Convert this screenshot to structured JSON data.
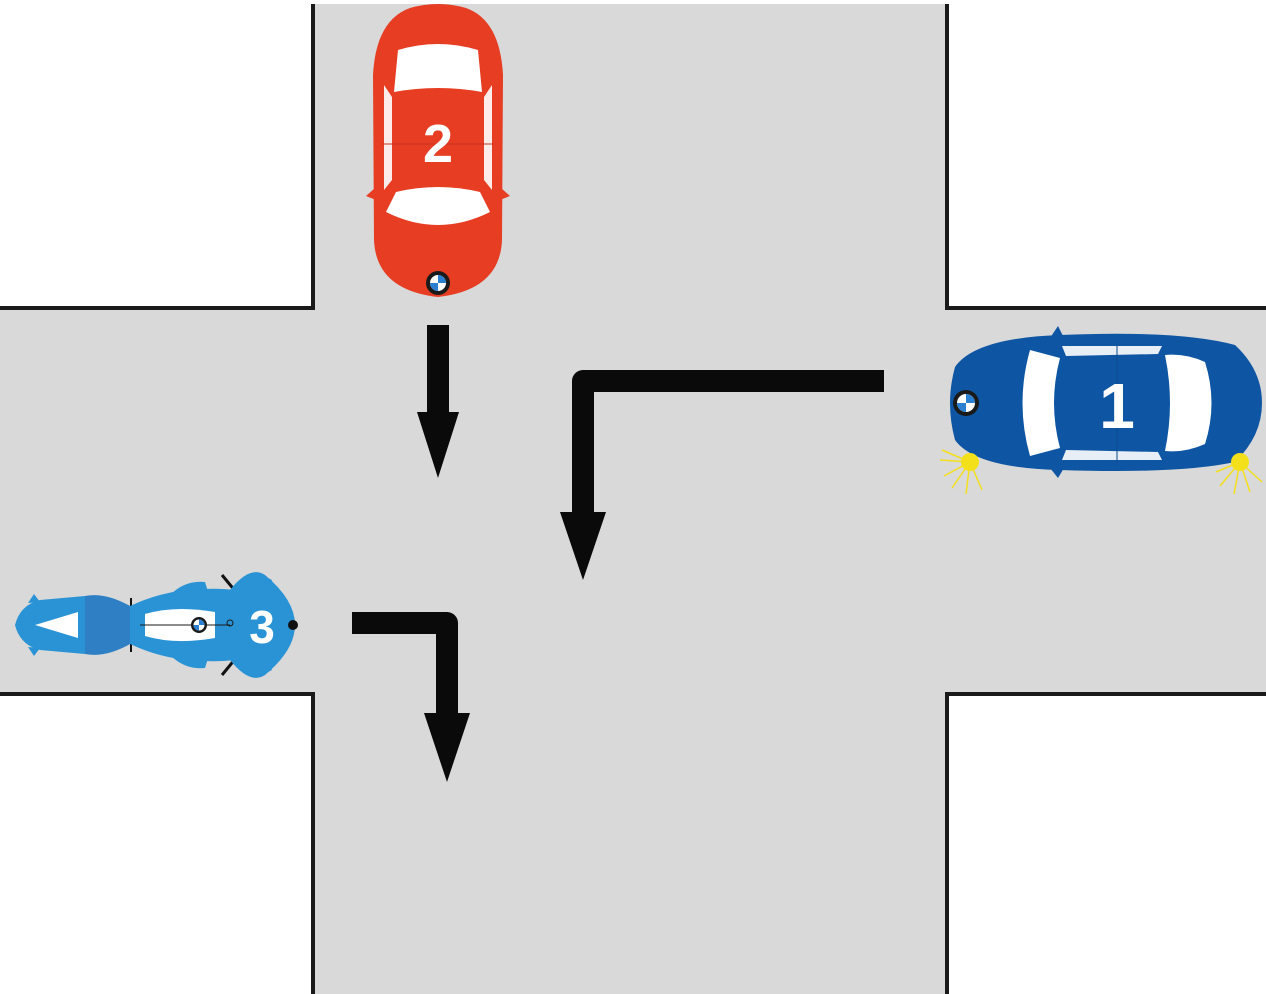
{
  "colors": {
    "road": "#d9d9d9",
    "road_edge": "#1a1a1a",
    "background": "#ffffff",
    "arrow": "#0a0a0a",
    "car_1": "#0e56a3",
    "car_2": "#e63d23",
    "motorcycle_3": "#2a93d5",
    "turn_signal": "#f4e01a"
  },
  "vehicles": [
    {
      "id": "car-1",
      "type": "car",
      "label": "1",
      "direction": "westbound",
      "turn_signal": "left",
      "brand_icon": "bmw-logo-icon"
    },
    {
      "id": "car-2",
      "type": "car",
      "label": "2",
      "direction": "southbound",
      "turn_signal": "none",
      "brand_icon": "bmw-logo-icon"
    },
    {
      "id": "motorcycle-3",
      "type": "motorcycle",
      "label": "3",
      "direction": "eastbound",
      "turn_signal": "none",
      "brand_icon": "bmw-logo-icon"
    }
  ],
  "maneuvers": [
    {
      "vehicle": "1",
      "movement": "left-turn"
    },
    {
      "vehicle": "2",
      "movement": "straight"
    },
    {
      "vehicle": "3",
      "movement": "right-turn"
    }
  ]
}
